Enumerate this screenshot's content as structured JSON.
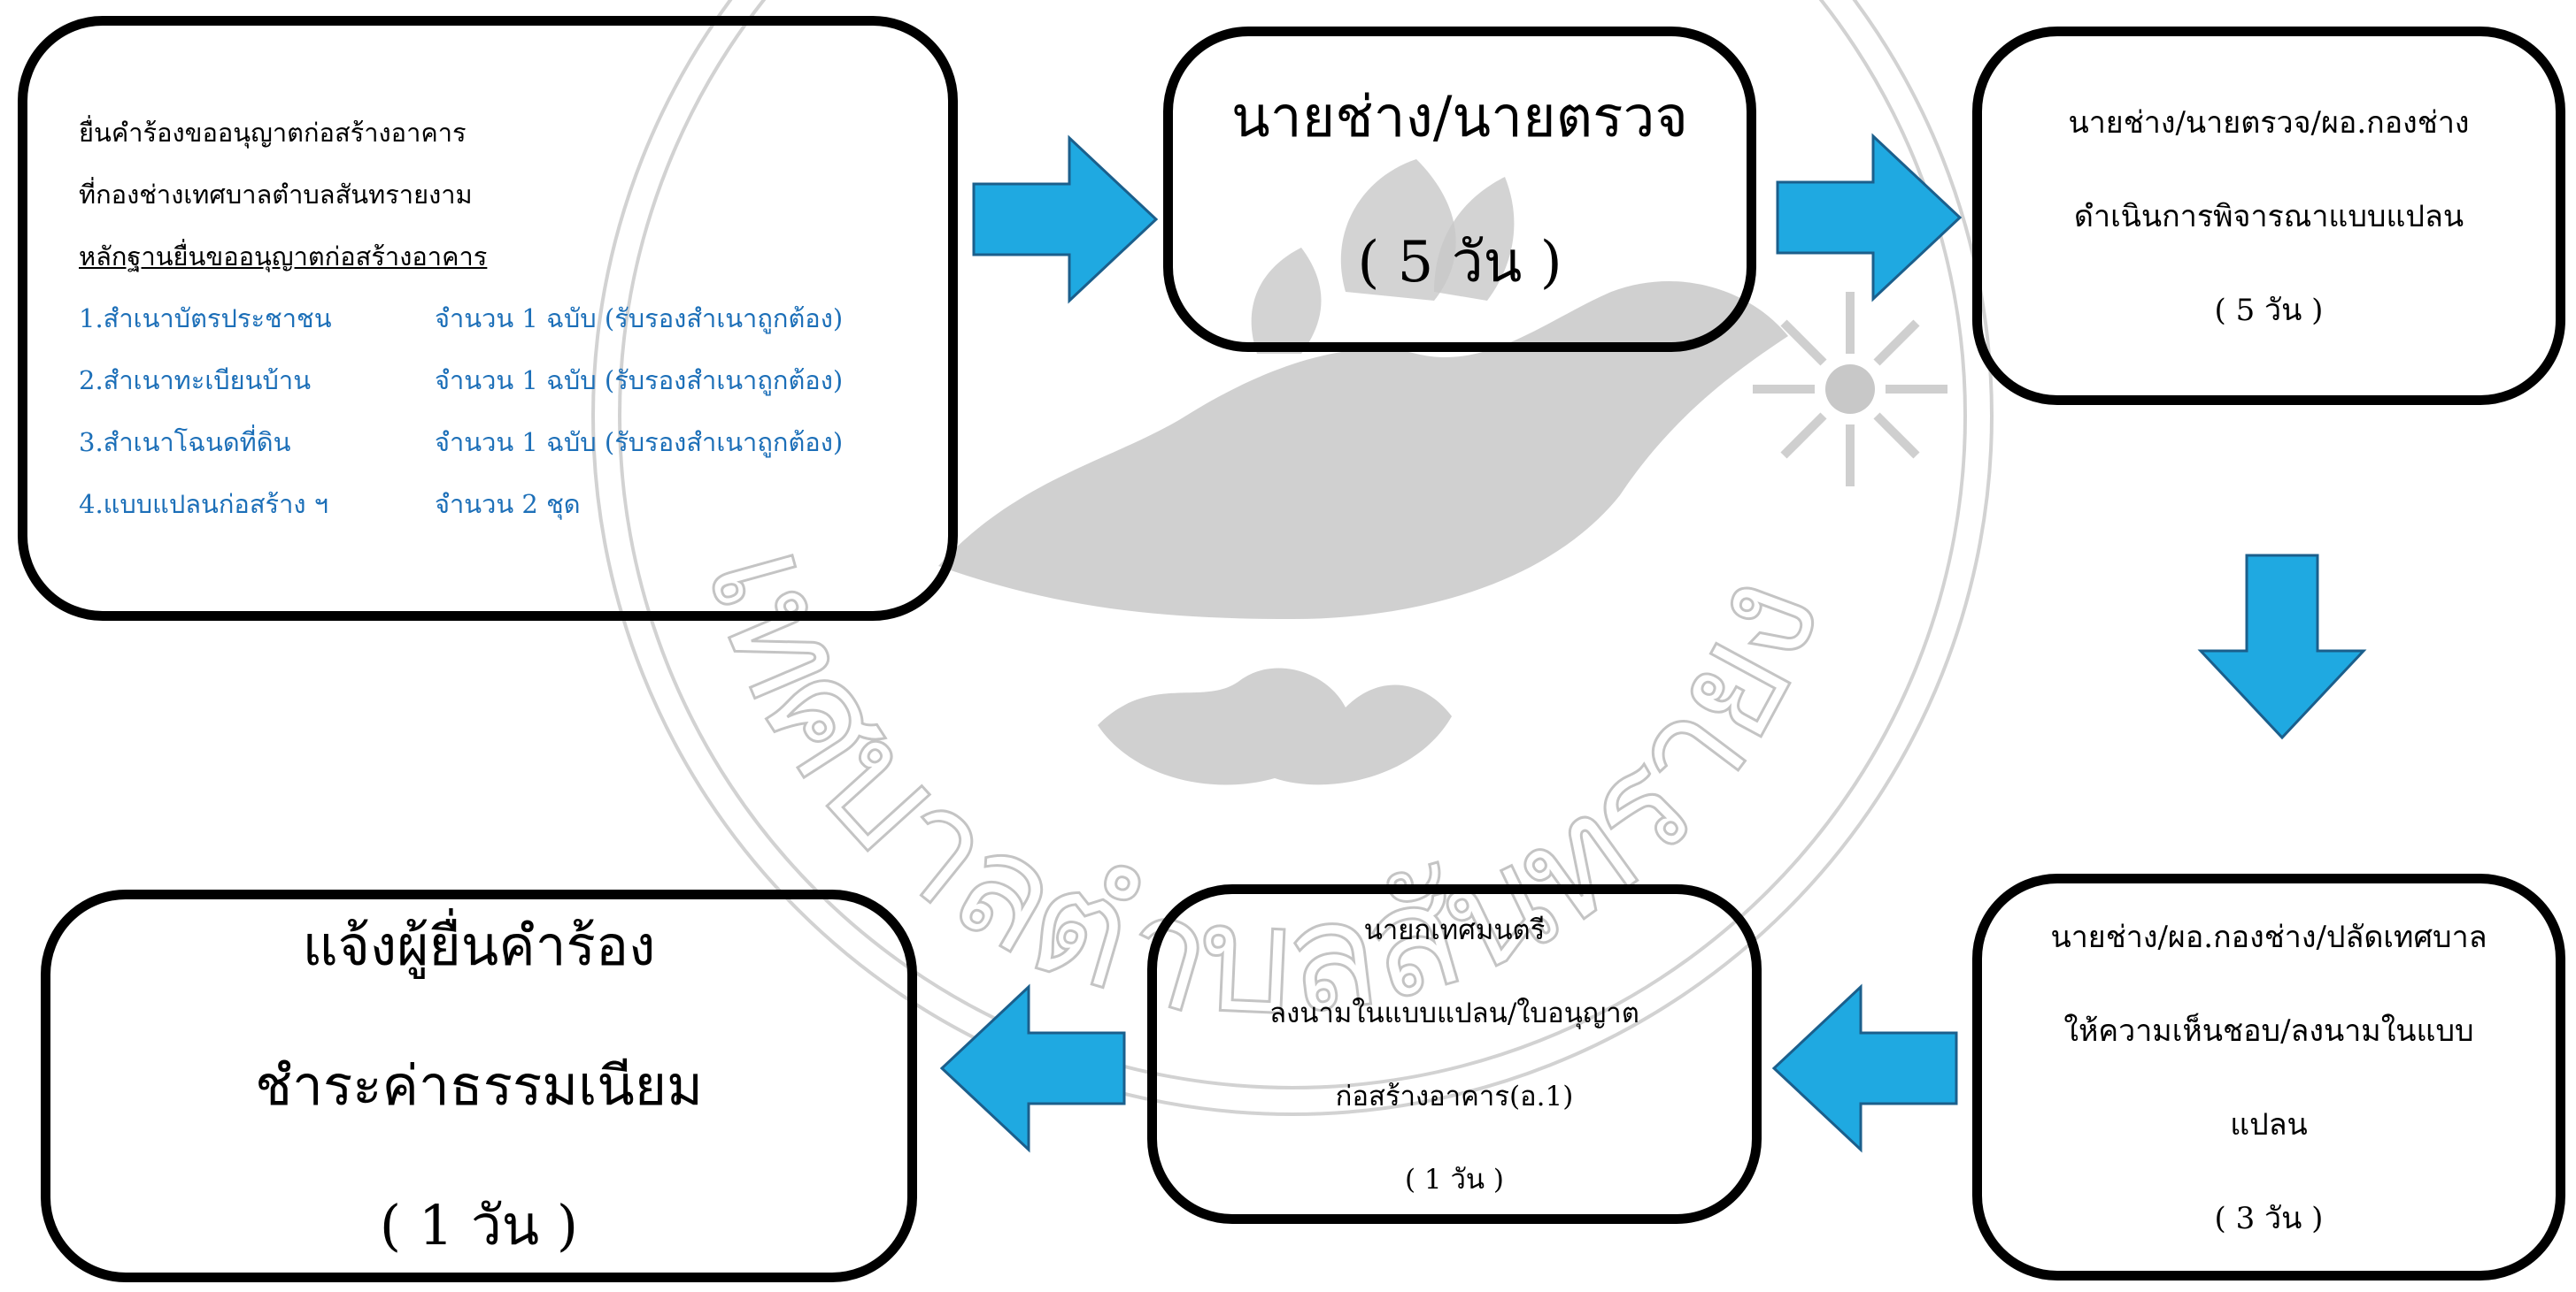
{
  "steps": {
    "apply": {
      "line1": "ยื่นคำร้องขออนุญาตก่อสร้างอาคาร",
      "line2": "ที่กองช่างเทศบาลตำบลสันทรายงาม",
      "docs_heading": "หลักฐานยื่นขออนุญาตก่อสร้างอาคาร",
      "documents": [
        {
          "name": "1.สำเนาบัตรประชาชน",
          "qty": "จำนวน 1 ฉบับ (รับรองสำเนาถูกต้อง)"
        },
        {
          "name": "2.สำเนาทะเบียนบ้าน",
          "qty": "จำนวน 1 ฉบับ (รับรองสำเนาถูกต้อง)"
        },
        {
          "name": "3.สำเนาโฉนดที่ดิน",
          "qty": "จำนวน 1 ฉบับ (รับรองสำเนาถูกต้อง)"
        },
        {
          "name": "4.แบบแปลนก่อสร้าง ฯ",
          "qty": "จำนวน 2 ชุด"
        }
      ]
    },
    "inspect": {
      "title": "นายช่าง/นายตรวจ",
      "duration": "( 5 วัน )"
    },
    "review": {
      "line1": "นายช่าง/นายตรวจ/ผอ.กองช่าง",
      "line2": "ดำเนินการพิจารณาแบบแปลน",
      "duration": "( 5 วัน )"
    },
    "approve": {
      "line1": "นายช่าง/ผอ.กองช่าง/ปลัดเทศบาล",
      "line2": "ให้ความเห็นชอบ/ลงนามในแบบ",
      "line3": "แปลน",
      "duration": "( 3 วัน )"
    },
    "mayor": {
      "line1": "นายกเทศมนตรี",
      "line2": "ลงนามในแบบแปลน/ใบอนุญาต",
      "line3": "ก่อสร้างอาคาร(อ.1)",
      "duration": "( 1 วัน )"
    },
    "notify": {
      "line1": "แจ้งผู้ยื่นคำร้อง",
      "line2": "ชำระค่าธรรมเนียม",
      "duration": "( 1 วัน )"
    }
  },
  "watermark_text": "เทศบาลตำบลสันทรายงาม",
  "colors": {
    "arrow_fill": "#1fa9e1",
    "arrow_stroke": "#1b5f8c",
    "document_text": "#1c6fb8",
    "watermark": "#c8c8c8"
  }
}
